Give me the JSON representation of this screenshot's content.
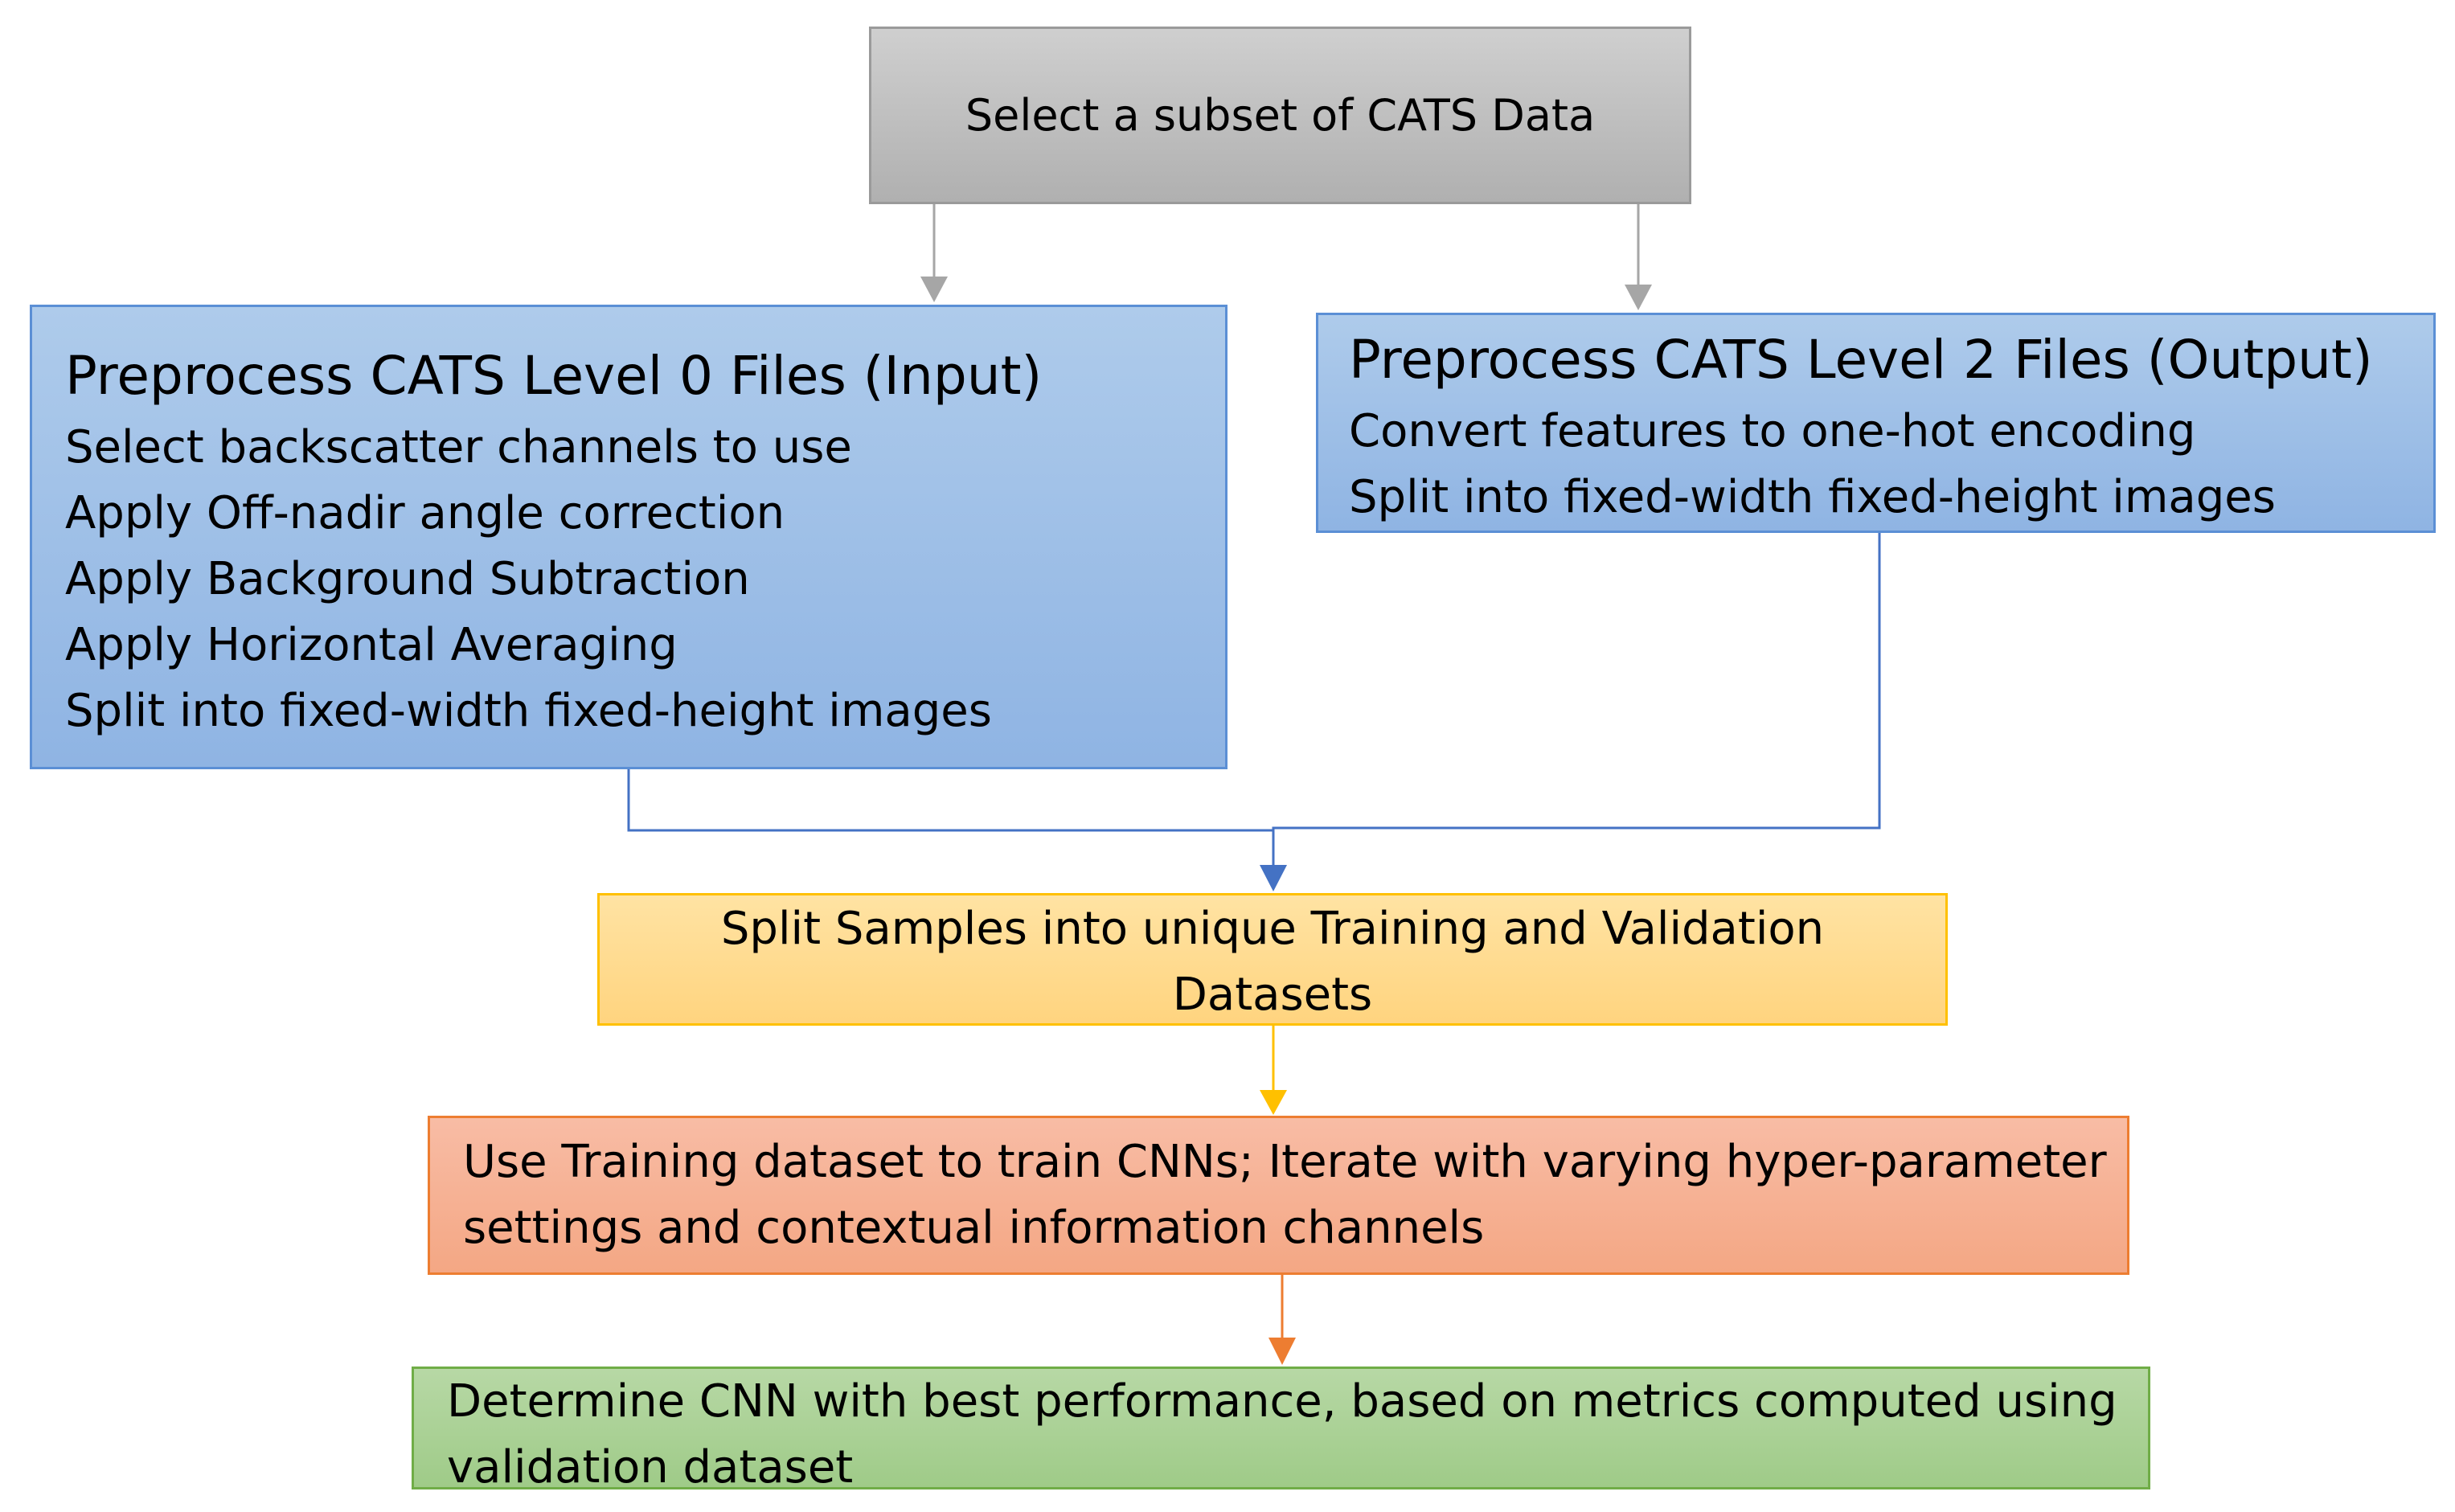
{
  "diagram": {
    "nodes": {
      "select_subset": {
        "text": "Select a subset of CATS Data",
        "fill": "#bfbfbf",
        "border": "#9a9a9a"
      },
      "preprocess_level0": {
        "title": "Preprocess CATS Level 0 Files (Input)",
        "steps": [
          "Select backscatter channels to use",
          "Apply Off-nadir angle correction",
          "Apply Background Subtraction",
          "Apply Horizontal Averaging",
          "Split into fixed-width fixed-height images"
        ],
        "fill": "#9dc3e6",
        "border": "#5b8fd5"
      },
      "preprocess_level2": {
        "title": "Preprocess CATS Level 2 Files (Output)",
        "steps": [
          "Convert features to one-hot encoding",
          "Split into fixed-width fixed-height images"
        ],
        "fill": "#9dc3e6",
        "border": "#5b8fd5"
      },
      "split_samples": {
        "lines": [
          "Split Samples into unique Training and Validation",
          "Datasets"
        ],
        "fill": "#ffd98f",
        "border": "#ffc000"
      },
      "train_cnns": {
        "lines": [
          "Use Training dataset to train CNNs; Iterate with varying hyper-parameter",
          "settings and contextual information channels"
        ],
        "fill": "#f6b193",
        "border": "#ed7d31"
      },
      "determine_cnn": {
        "lines": [
          "Determine CNN with best performance, based on metrics computed using",
          "validation dataset"
        ],
        "fill": "#a9d18e",
        "border": "#70ad47"
      }
    },
    "edges": [
      {
        "from": "select_subset",
        "to": "preprocess_level0",
        "color": "#a6a6a6"
      },
      {
        "from": "select_subset",
        "to": "preprocess_level2",
        "color": "#a6a6a6"
      },
      {
        "from": "preprocess_level0",
        "to": "split_samples",
        "color": "#4472c4"
      },
      {
        "from": "preprocess_level2",
        "to": "split_samples",
        "color": "#4472c4"
      },
      {
        "from": "split_samples",
        "to": "train_cnns",
        "color": "#ffc000"
      },
      {
        "from": "train_cnns",
        "to": "determine_cnn",
        "color": "#ed7d31"
      }
    ]
  }
}
